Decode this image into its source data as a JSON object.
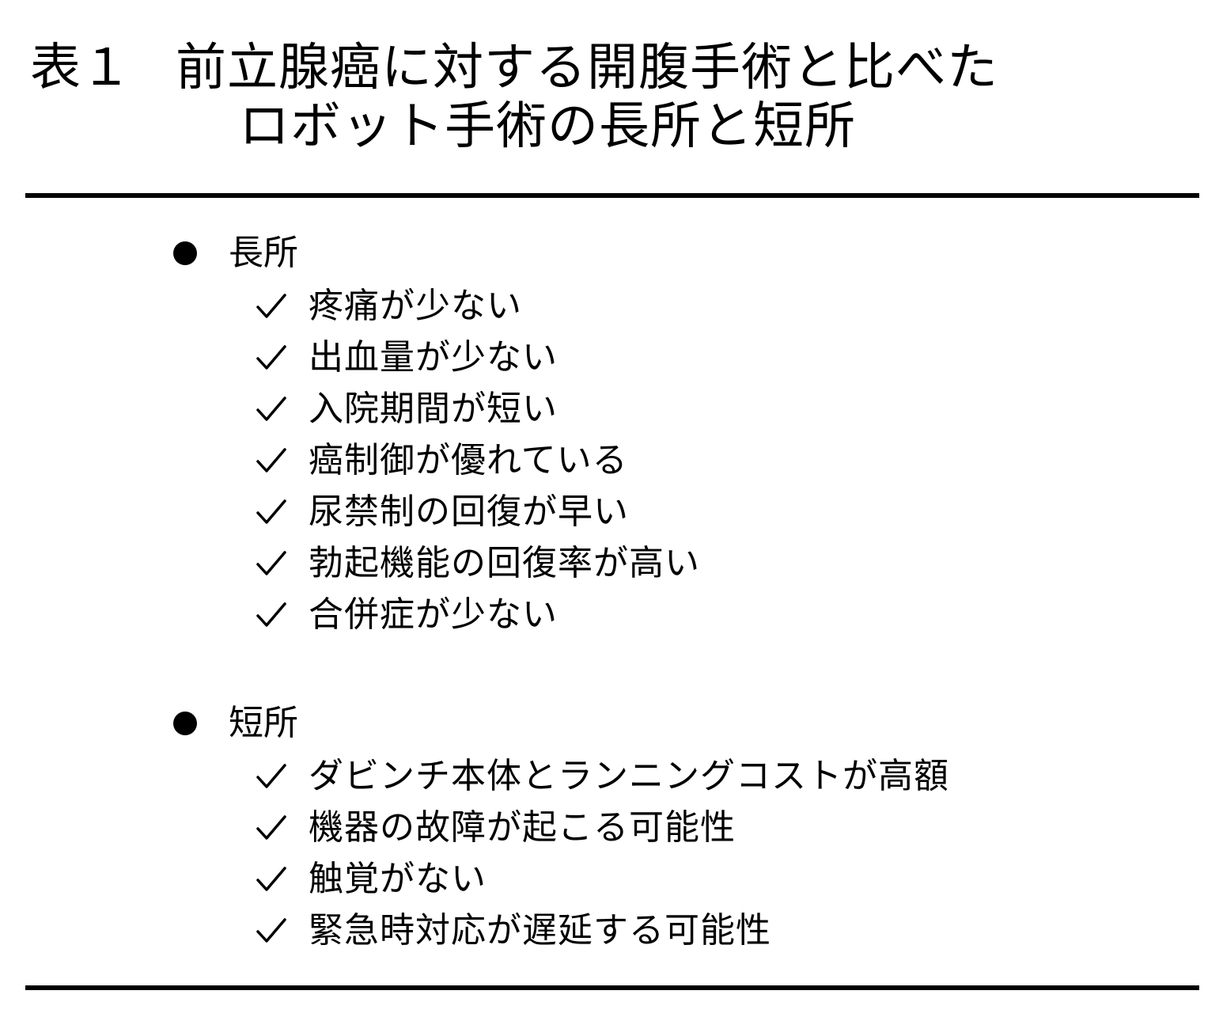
{
  "title": {
    "label": "表１",
    "line1": "前立腺癌に対する開腹手術と比べた",
    "line2": "ロボット手術の長所と短所"
  },
  "pros": {
    "heading": "長所",
    "items": [
      "疼痛が少ない",
      "出血量が少ない",
      "入院期間が短い",
      "癌制御が優れている",
      "尿禁制の回復が早い",
      "勃起機能の回復率が高い",
      "合併症が少ない"
    ]
  },
  "cons": {
    "heading": "短所",
    "items": [
      "ダビンチ本体とランニングコストが高額",
      "機器の故障が起こる可能性",
      "触覚がない",
      "緊急時対応が遅延する可能性"
    ]
  },
  "icons": {
    "bullet": "filled-circle-bullet-icon",
    "check": "check-mark-icon"
  },
  "colors": {
    "text": "#000000",
    "background": "#ffffff"
  }
}
